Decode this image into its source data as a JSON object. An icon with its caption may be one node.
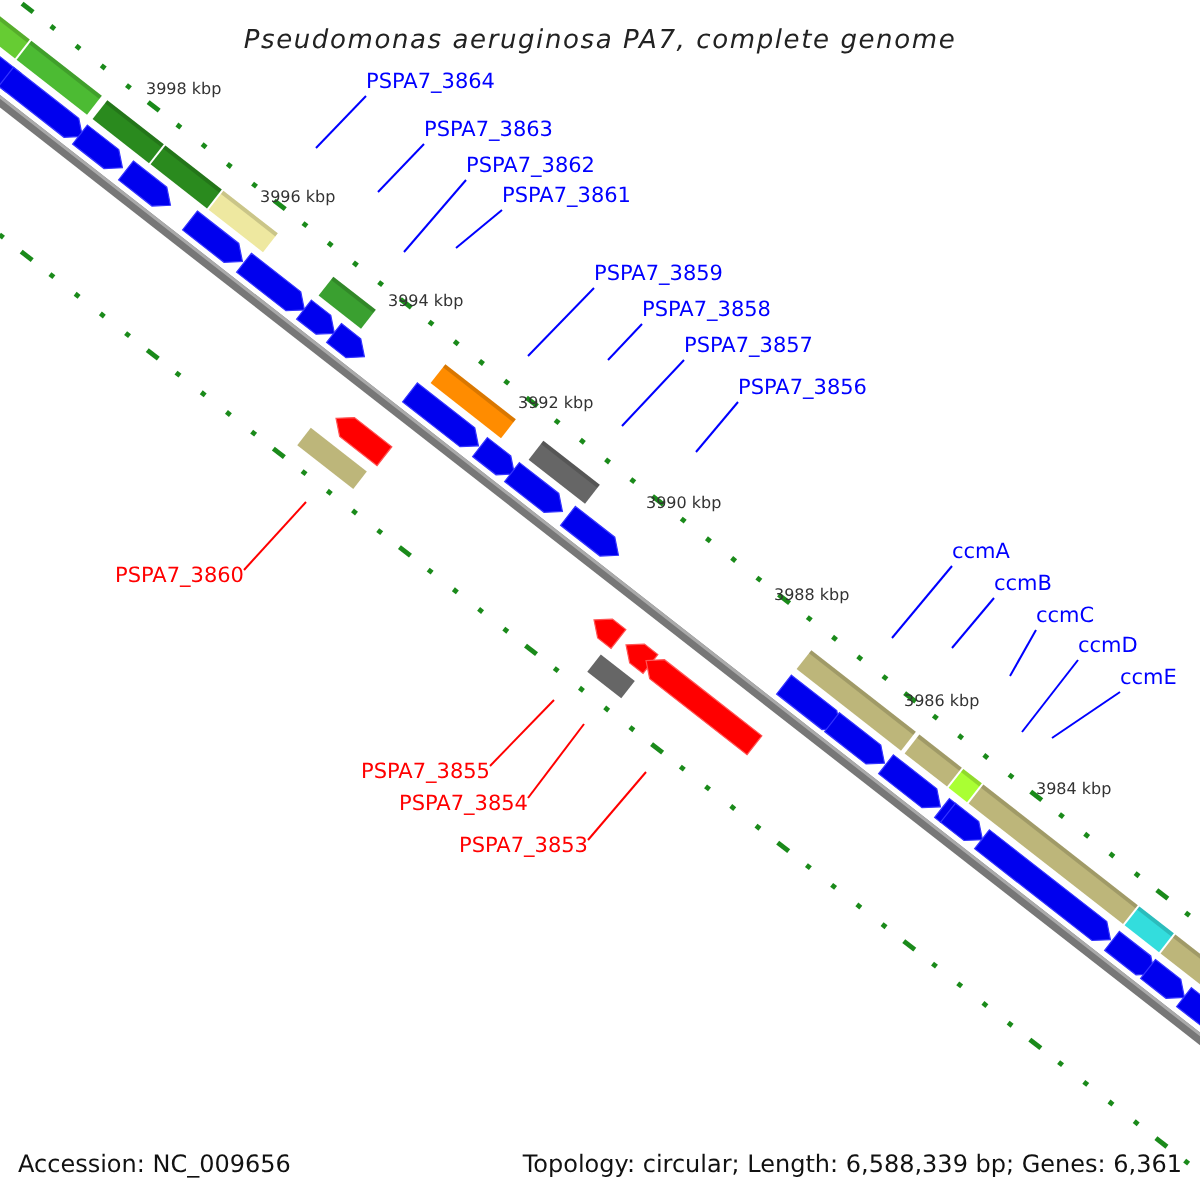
{
  "diagram": {
    "title": "Pseudomonas aeruginosa PA7, complete genome",
    "nodes": [
      {
        "text": [
          "PSPA7_3864"
        ]
      },
      {
        "text": [
          "PSPA7_3863"
        ]
      },
      {
        "text": [
          "PSPA7_3862"
        ]
      },
      {
        "text": [
          "PSPA7_3861"
        ]
      },
      {
        "text": [
          "PSPA7_3859"
        ]
      },
      {
        "text": [
          "PSPA7_3858"
        ]
      },
      {
        "text": [
          "PSPA7_3857"
        ]
      },
      {
        "text": [
          "PSPA7_3856"
        ]
      },
      {
        "text": [
          "PSPA7_3860"
        ]
      },
      {
        "text": [
          "ccmA"
        ]
      },
      {
        "text": [
          "ccmB"
        ]
      },
      {
        "text": [
          "ccmC"
        ]
      },
      {
        "text": [
          "ccmD"
        ]
      },
      {
        "text": [
          "ccmE"
        ]
      },
      {
        "text": [
          "PSPA7_3855"
        ]
      },
      {
        "text": [
          "PSPA7_3854"
        ]
      },
      {
        "text": [
          "PSPA7_3853"
        ]
      }
    ],
    "edges": [
      {
        "from": 0,
        "to": null,
        "arrow": "none"
      },
      {
        "from": 1,
        "to": null,
        "arrow": "none"
      },
      {
        "from": 2,
        "to": null,
        "arrow": "none"
      },
      {
        "from": 3,
        "to": null,
        "arrow": "none"
      },
      {
        "from": 4,
        "to": null,
        "arrow": "none"
      },
      {
        "from": 5,
        "to": null,
        "arrow": "none"
      },
      {
        "from": 6,
        "to": null,
        "arrow": "none"
      },
      {
        "from": 7,
        "to": null,
        "arrow": "none"
      },
      {
        "from": 8,
        "to": null,
        "arrow": "none",
        "color": "#ff0000"
      },
      {
        "from": 9,
        "to": null,
        "arrow": "none"
      },
      {
        "from": 10,
        "to": null,
        "arrow": "none"
      },
      {
        "from": 11,
        "to": null,
        "arrow": "none"
      },
      {
        "from": 12,
        "to": null,
        "arrow": "none"
      },
      {
        "from": 13,
        "to": null,
        "arrow": "none"
      },
      {
        "from": 14,
        "to": null,
        "arrow": "none",
        "color": "#ff0000"
      },
      {
        "from": 15,
        "to": null,
        "arrow": "none",
        "color": "#ff0000"
      },
      {
        "from": 16,
        "to": null,
        "arrow": "none",
        "color": "#ff0000"
      }
    ],
    "labels": [
      "3998 kbp",
      "3996 kbp",
      "3994 kbp",
      "3992 kbp",
      "3990 kbp",
      "3988 kbp",
      "3986 kbp",
      "3984 kbp",
      "Accession: NC_009656",
      "Topology: circular; Length: 6,588,339 bp; Genes: 6,361"
    ]
  }
}
